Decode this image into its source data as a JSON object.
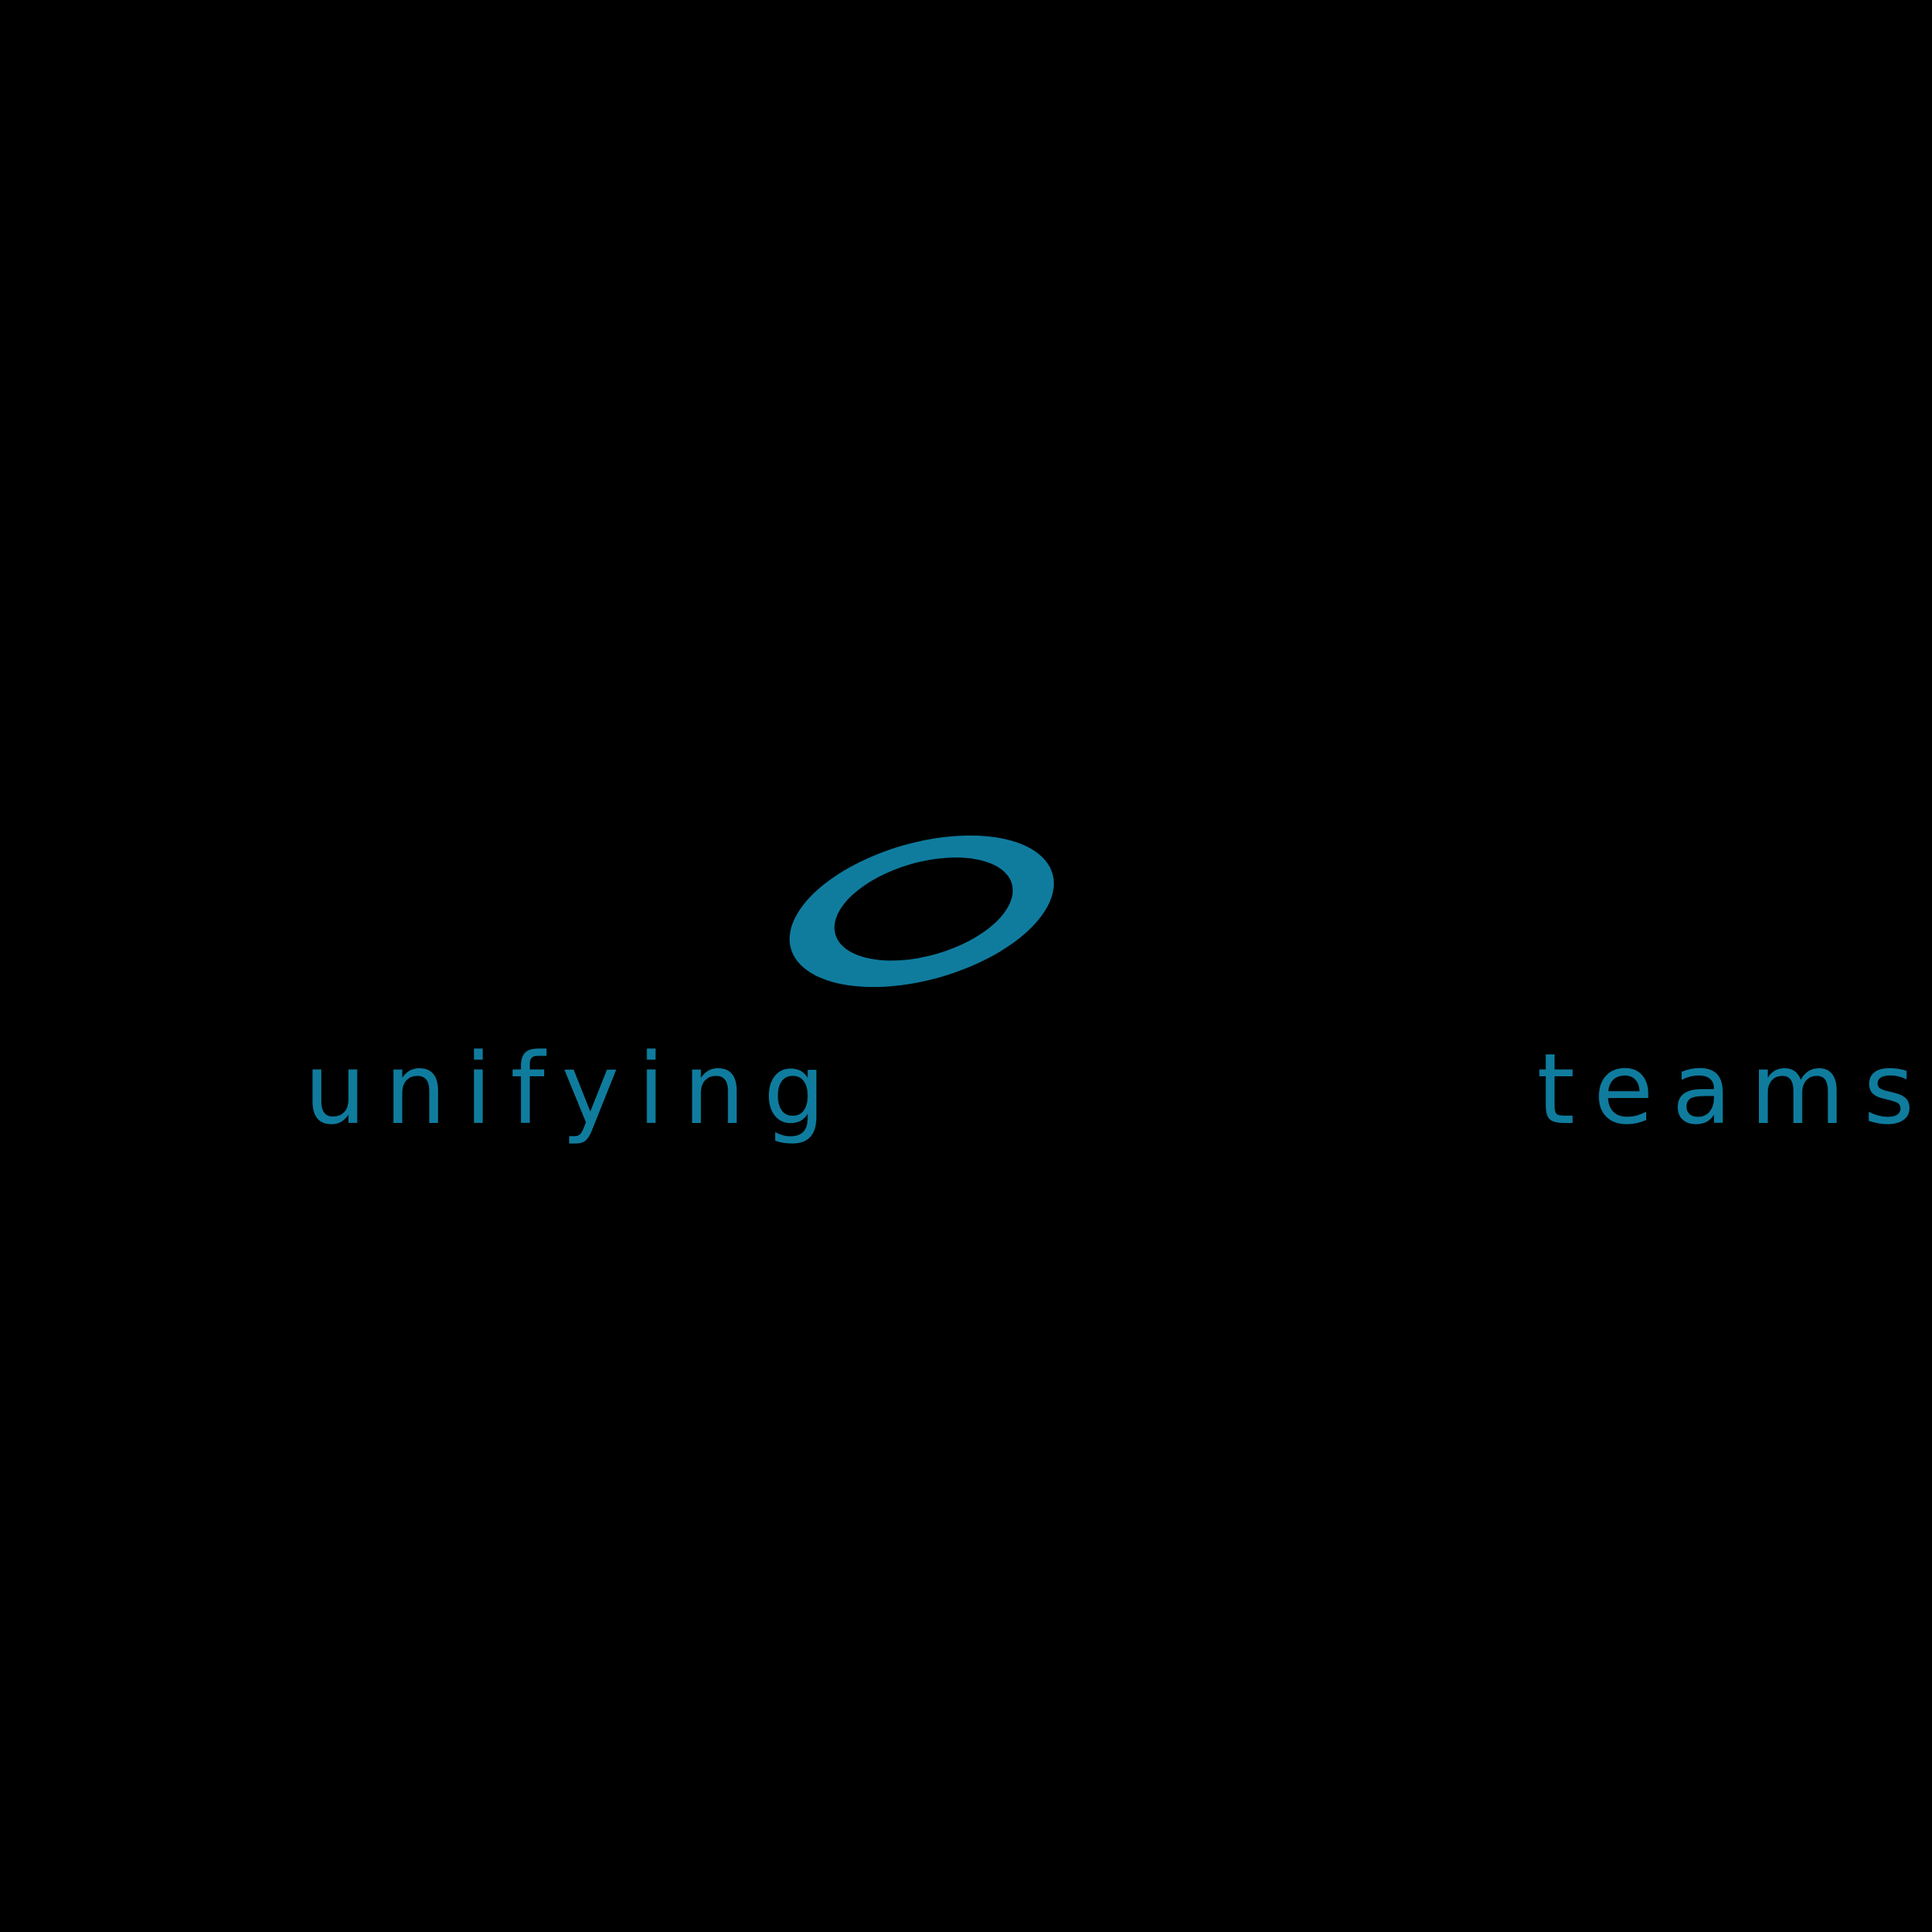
{
  "background": {
    "color": "#000000"
  },
  "logo": {
    "mark": "tilted-ellipse-ring",
    "ring_color": "#0F7C9E"
  },
  "tagline": {
    "color": "#0F7C9E",
    "words": {
      "first": "unifying",
      "second": "teams"
    }
  }
}
